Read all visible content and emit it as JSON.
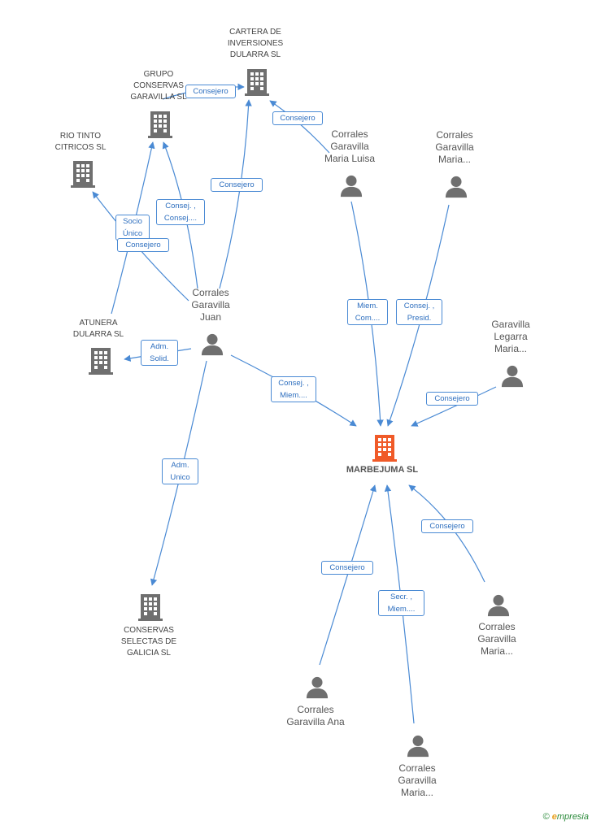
{
  "colors": {
    "edge": "#4a8ad4",
    "company_icon": "#6f6f6f",
    "person_icon": "#6f6f6f",
    "main_icon": "#f05a28"
  },
  "nodes": {
    "cartera": {
      "name": "CARTERA DE\nINVERSIONES\nDULARRA SL",
      "icon": "building-icon"
    },
    "grupo": {
      "name": "GRUPO\nCONSERVAS\nGARAVILLA  SL",
      "icon": "building-icon"
    },
    "riotinto": {
      "name": "RIO TINTO\nCITRICOS SL",
      "icon": "building-icon"
    },
    "atunera": {
      "name": "ATUNERA\nDULARRA SL",
      "icon": "building-icon"
    },
    "conservas": {
      "name": "CONSERVAS\nSELECTAS DE\nGALICIA  SL",
      "icon": "building-icon"
    },
    "marbejuma": {
      "name": "MARBEJUMA SL",
      "icon": "building-icon"
    },
    "juan": {
      "name": "Corrales\nGaravilla\nJuan",
      "icon": "person-icon"
    },
    "marialuisa": {
      "name": "Corrales\nGaravilla\nMaria Luisa",
      "icon": "person-icon"
    },
    "maria1": {
      "name": "Corrales\nGaravilla\nMaria...",
      "icon": "person-icon"
    },
    "legarra": {
      "name": "Garavilla\nLegarra\nMaria...",
      "icon": "person-icon"
    },
    "maria2": {
      "name": "Corrales\nGaravilla\nMaria...",
      "icon": "person-icon"
    },
    "ana": {
      "name": "Corrales\nGaravilla Ana",
      "icon": "person-icon"
    },
    "maria3": {
      "name": "Corrales\nGaravilla\nMaria...",
      "icon": "person-icon"
    }
  },
  "relations": {
    "grupo_cartera": "Consejero",
    "marialuisa_cartera": "Consejero",
    "juan_grupo": "Consej. ,\nConsej....",
    "juan_cartera": "Consejero",
    "juan_riotinto": "Socio\nÚnico",
    "juan_atunera_consejero": "Consejero",
    "juan_atunera_adm": "Adm.\nSolid.",
    "juan_conservas": "Adm.\nUnico",
    "juan_marbejuma": "Consej. ,\nMiem....",
    "marialuisa_marbejuma": "Miem.\nCom....",
    "maria1_marbejuma": "Consej. ,\nPresid.",
    "legarra_marbejuma": "Consejero",
    "maria2_marbejuma": "Consejero",
    "ana_marbejuma": "Consejero",
    "maria3_marbejuma": "Secr. ,\nMiem...."
  },
  "brand": {
    "copyright": "©",
    "initial": "e",
    "rest": "mpresia"
  }
}
